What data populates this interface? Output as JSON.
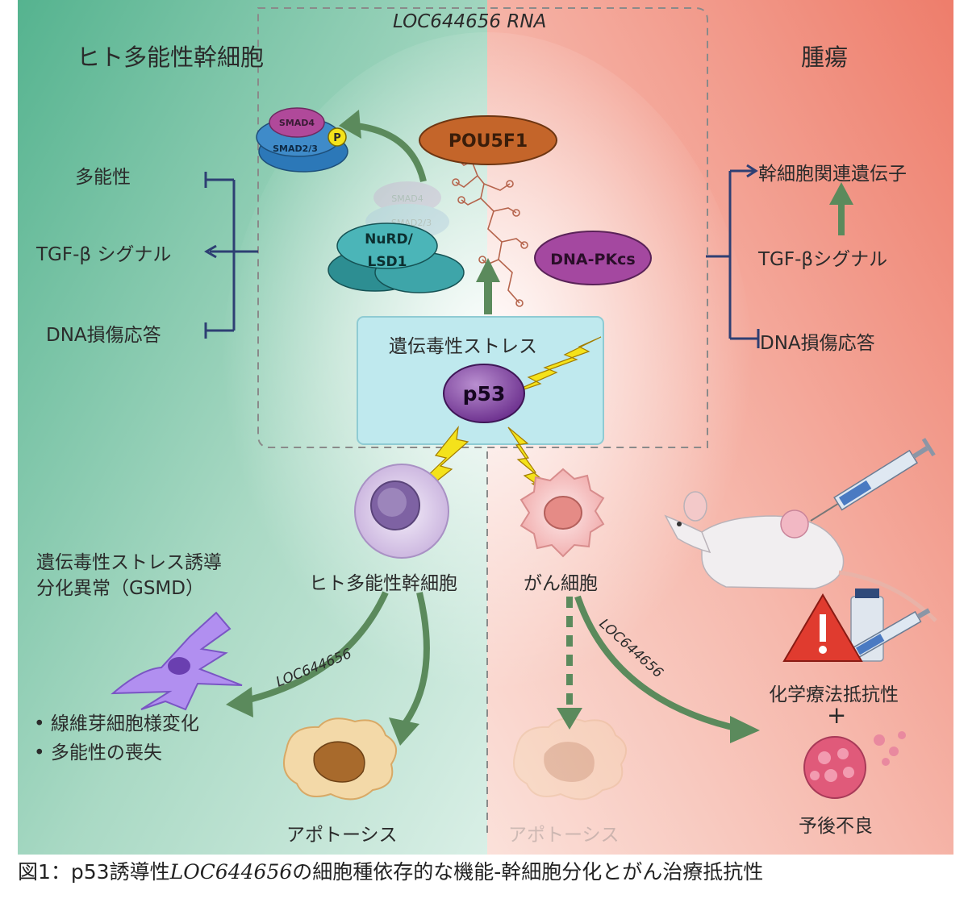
{
  "colors": {
    "left_bg": "#5fb896",
    "right_bg": "#f08472",
    "arrow_green": "#5b8a5c",
    "bracket_blue": "#2e3f73",
    "bolt_yellow": "#f4e21b",
    "stress_box": "#bfe9ee",
    "smad4": "#b0499a",
    "smad23": "#2c78b8",
    "pou5f1": "#c4652a",
    "dnapkcs": "#a448a0",
    "nurd": "#3ea5a9",
    "p53": "#7b3a9c"
  },
  "header": {
    "left_title": "ヒト多能性幹細胞",
    "center_title": "LOC644656 RNA",
    "right_title": "腫瘍"
  },
  "complex": {
    "smad4": "SMAD4",
    "smad23": "SMAD2/3",
    "phospho": "P",
    "pou5f1": "POU5F1",
    "nurd_line1": "NuRD/",
    "nurd_line2": "LSD1",
    "dnapkcs": "DNA-PKcs",
    "ghost_smad4": "SMAD4",
    "ghost_smad23": "SMAD2/3"
  },
  "left_effects": [
    "多能性",
    "TGF-β シグナル",
    "DNA損傷応答"
  ],
  "right_effects": [
    "幹細胞関連遺伝子",
    "TGF-βシグナル",
    "DNA損傷応答"
  ],
  "stress": {
    "label": "遺伝毒性ストレス",
    "p53": "p53"
  },
  "cells": {
    "stem": "ヒト多能性幹細胞",
    "cancer": "がん細胞"
  },
  "left_outcomes": {
    "gsmd_line1": "遺伝毒性ストレス誘導",
    "gsmd_line2": "分化異常（GSMD）",
    "bullet1": "線維芽細胞様変化",
    "bullet2": "多能性の喪失",
    "arrow_label": "LOC644656",
    "apoptosis": "アポトーシス"
  },
  "right_outcomes": {
    "arrow_label": "LOC644656",
    "apoptosis_faded": "アポトーシス",
    "chemo": "化学療法抵抗性",
    "plus": "+",
    "prognosis": "予後不良"
  },
  "caption": {
    "prefix": "図1：p53誘導性",
    "gene": "LOC644656",
    "suffix": "の細胞種依存的な機能‐幹細胞分化とがん治療抵抗性"
  }
}
